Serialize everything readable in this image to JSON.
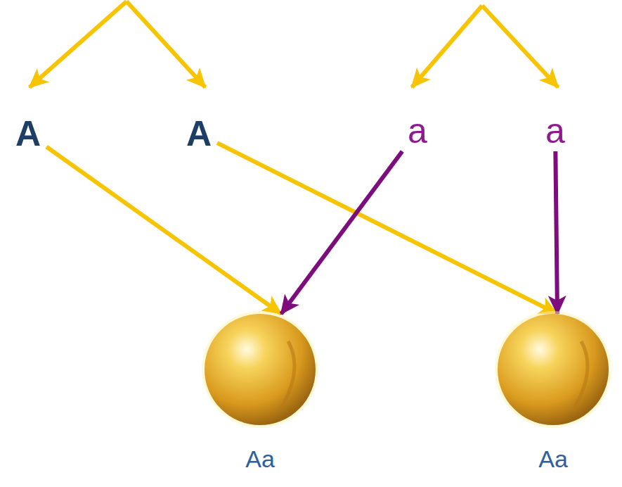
{
  "diagram": {
    "nodes": [
      {
        "text": [
          "A"
        ]
      },
      {
        "text": [
          "A"
        ]
      },
      {
        "text": [
          "a"
        ]
      },
      {
        "text": [
          "a"
        ]
      },
      {
        "text": [
          "Aa"
        ]
      },
      {
        "text": [
          "Aa"
        ]
      }
    ],
    "edges": [
      {
        "from": 0,
        "to": 4,
        "arrow": "to"
      },
      {
        "from": 1,
        "to": 5,
        "arrow": "to"
      },
      {
        "from": 2,
        "to": 4,
        "arrow": "to"
      },
      {
        "from": 3,
        "to": 5,
        "arrow": "to"
      }
    ]
  }
}
